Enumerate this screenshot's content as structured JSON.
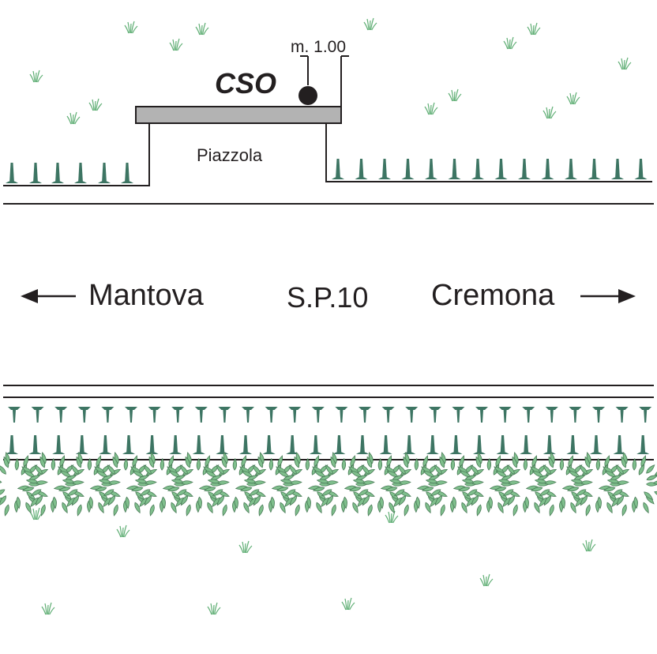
{
  "labels": {
    "cso": "CSO",
    "distance": "m. 1.00",
    "piazzola": "Piazzola",
    "left_destination": "Mantova",
    "road": "S.P.10",
    "right_destination": "Cremona"
  },
  "colors": {
    "line": "#231f20",
    "platform_fill": "#b3b3b3",
    "tree_green": "#3d7563",
    "bush_fill": "#7fbf8c",
    "bush_stroke": "#4a7c58",
    "grass": "#5fae74"
  },
  "icons": {
    "left_arrow": "arrow-left-icon",
    "right_arrow": "arrow-right-icon",
    "pole": "pole-marker-icon",
    "tree": "conifer-tree-icon",
    "bush": "shrub-icon",
    "grass": "grass-tuft-icon"
  }
}
